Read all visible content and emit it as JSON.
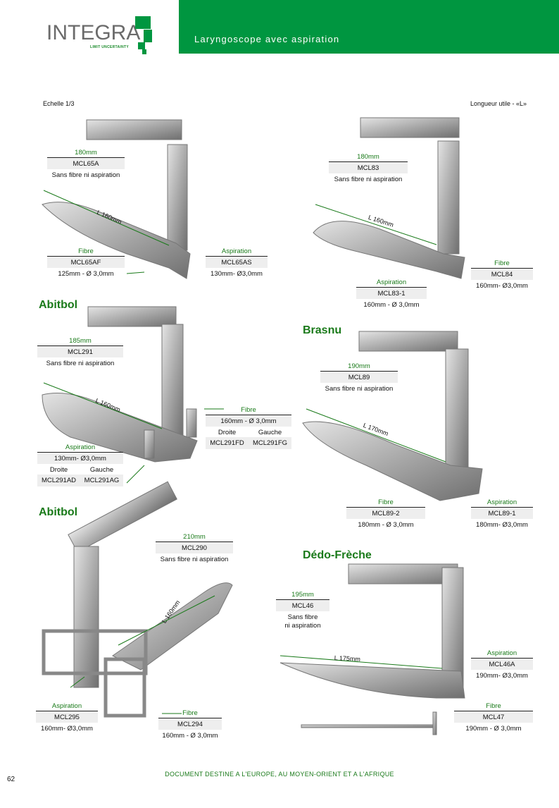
{
  "header": {
    "logo": "INTEGRA",
    "tagline": "LIMIT UNCERTAINTY",
    "title": "Laryngoscope avec aspiration"
  },
  "notes": {
    "scale": "Echelle 1/3",
    "length": "Longueur utile - «L»"
  },
  "sections": [
    "Abitbol",
    "Brasnu",
    "Abitbol",
    "Dédo-Frèche"
  ],
  "lengths": [
    "L 160mm",
    "L 160mm",
    "L 160mm",
    "L 170mm",
    "L 160mm",
    "L 175mm"
  ],
  "blocks": [
    {
      "title": "180mm",
      "code": "MCL65A",
      "sub": "Sans fibre ni aspiration"
    },
    {
      "title": "Fibre",
      "code": "MCL65AF",
      "sub": "125mm - Ø 3,0mm"
    },
    {
      "title": "Aspiration",
      "code": "MCL65AS",
      "sub": "130mm- Ø3,0mm"
    },
    {
      "title": "180mm",
      "code": "MCL83",
      "sub": "Sans fibre ni aspiration"
    },
    {
      "title": "Fibre",
      "code": "MCL84",
      "sub": "160mm- Ø3,0mm"
    },
    {
      "title": "Aspiration",
      "code": "MCL83-1",
      "sub": "160mm - Ø 3,0mm"
    },
    {
      "title": "185mm",
      "code": "MCL291",
      "sub": "Sans fibre ni aspiration"
    },
    {
      "title": "Fibre",
      "code": "160mm - Ø 3,0mm",
      "left": "Droite",
      "right": "Gauche",
      "code_left": "MCL291FD",
      "code_right": "MCL291FG"
    },
    {
      "title": "Aspiration",
      "code": "130mm- Ø3,0mm",
      "left": "Droite",
      "right": "Gauche",
      "code_left": "MCL291AD",
      "code_right": "MCL291AG"
    },
    {
      "title": "190mm",
      "code": "MCL89",
      "sub": "Sans fibre ni aspiration"
    },
    {
      "title": "Fibre",
      "code": "MCL89-2",
      "sub": "180mm - Ø 3,0mm"
    },
    {
      "title": "Aspiration",
      "code": "MCL89-1",
      "sub": "180mm- Ø3,0mm"
    },
    {
      "title": "210mm",
      "code": "MCL290",
      "sub": "Sans fibre ni aspiration"
    },
    {
      "title": "195mm",
      "code": "MCL46",
      "sub": "Sans fibre",
      "sub2": "ni aspiration"
    },
    {
      "title": "Aspiration",
      "code": "MCL46A",
      "sub": "190mm- Ø3,0mm"
    },
    {
      "title": "Fibre",
      "code": "MCL47",
      "sub": "190mm - Ø 3,0mm"
    },
    {
      "title": "Aspiration",
      "code": "MCL295",
      "sub": "160mm- Ø3,0mm"
    },
    {
      "title": "Fibre",
      "code": "MCL294",
      "sub": "160mm - Ø 3,0mm"
    }
  ],
  "footer": {
    "page": "62",
    "text": "DOCUMENT DESTINE A L'EUROPE, AU MOYEN-ORIENT ET A L'AFRIQUE"
  },
  "colors": {
    "brand": "#009640",
    "label": "#1a7a1a"
  }
}
